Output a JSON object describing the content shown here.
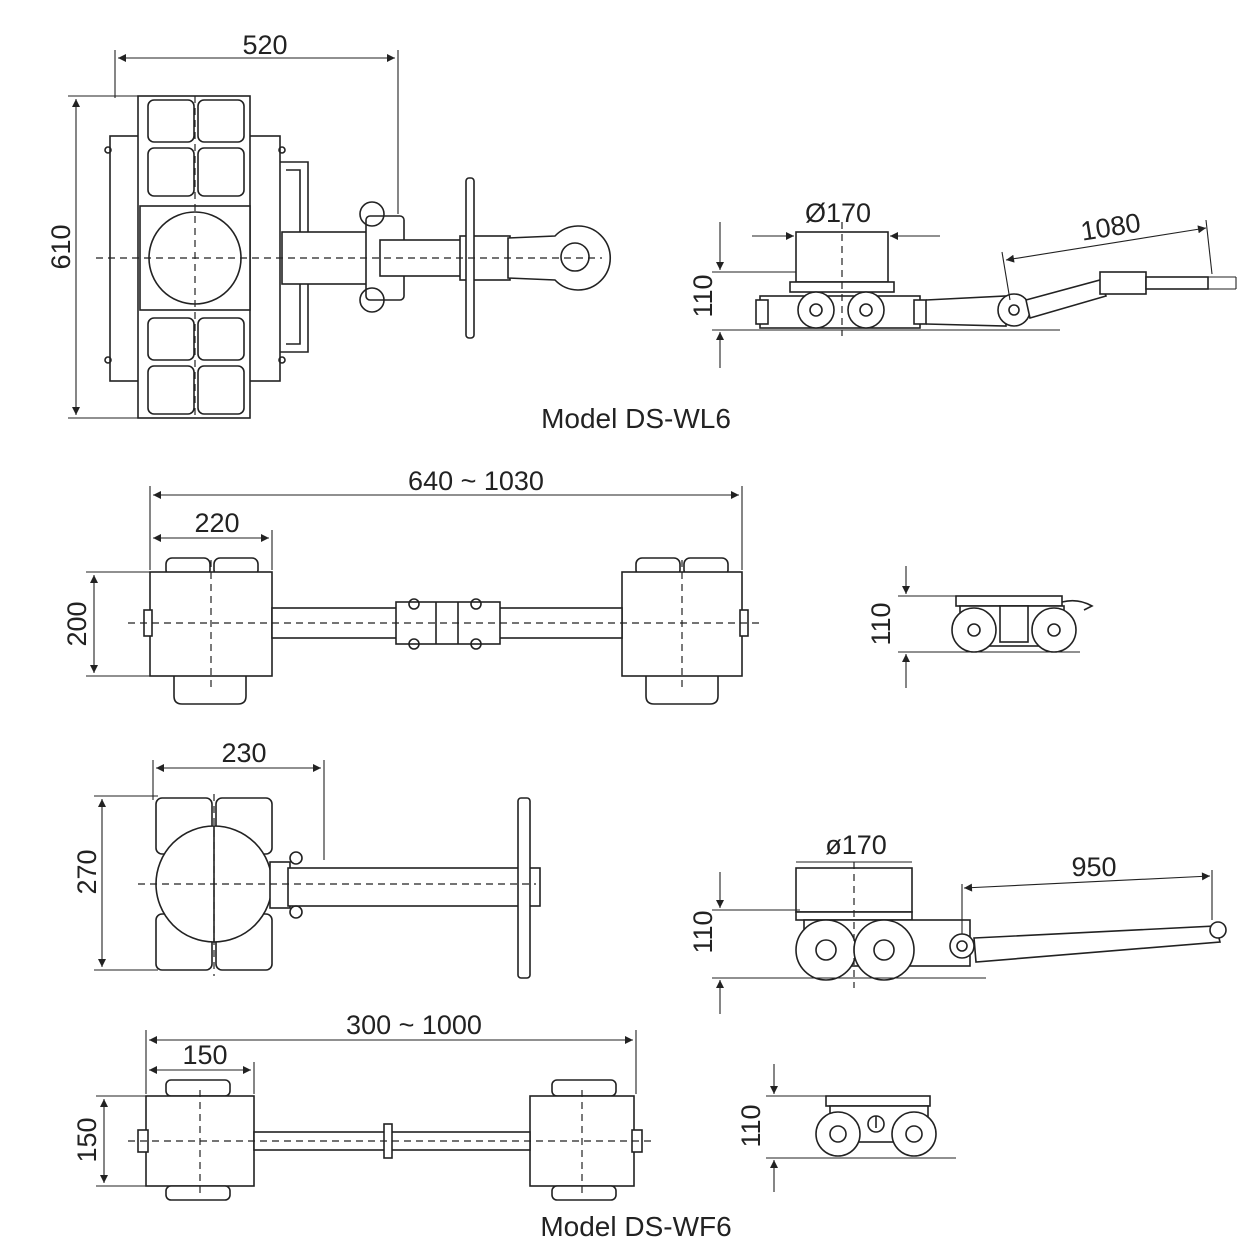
{
  "models": {
    "wl6": {
      "caption": "Model DS-WL6",
      "top_view": {
        "width": "520",
        "height": "610"
      },
      "side_view": {
        "diameter": "Ø170",
        "height": "110",
        "handle": "1080"
      }
    },
    "wl6_rear": {
      "top_view": {
        "span": "640 ~ 1030",
        "width": "220",
        "height": "200"
      },
      "side_view": {
        "height": "110"
      }
    },
    "wf6_front": {
      "top_view": {
        "width": "230",
        "height": "270"
      },
      "side_view": {
        "diameter": "ø170",
        "height": "110",
        "handle": "950"
      }
    },
    "wf6": {
      "caption": "Model DS-WF6",
      "top_view": {
        "span": "300 ~ 1000",
        "width": "150",
        "height": "150"
      },
      "side_view": {
        "height": "110"
      }
    }
  }
}
